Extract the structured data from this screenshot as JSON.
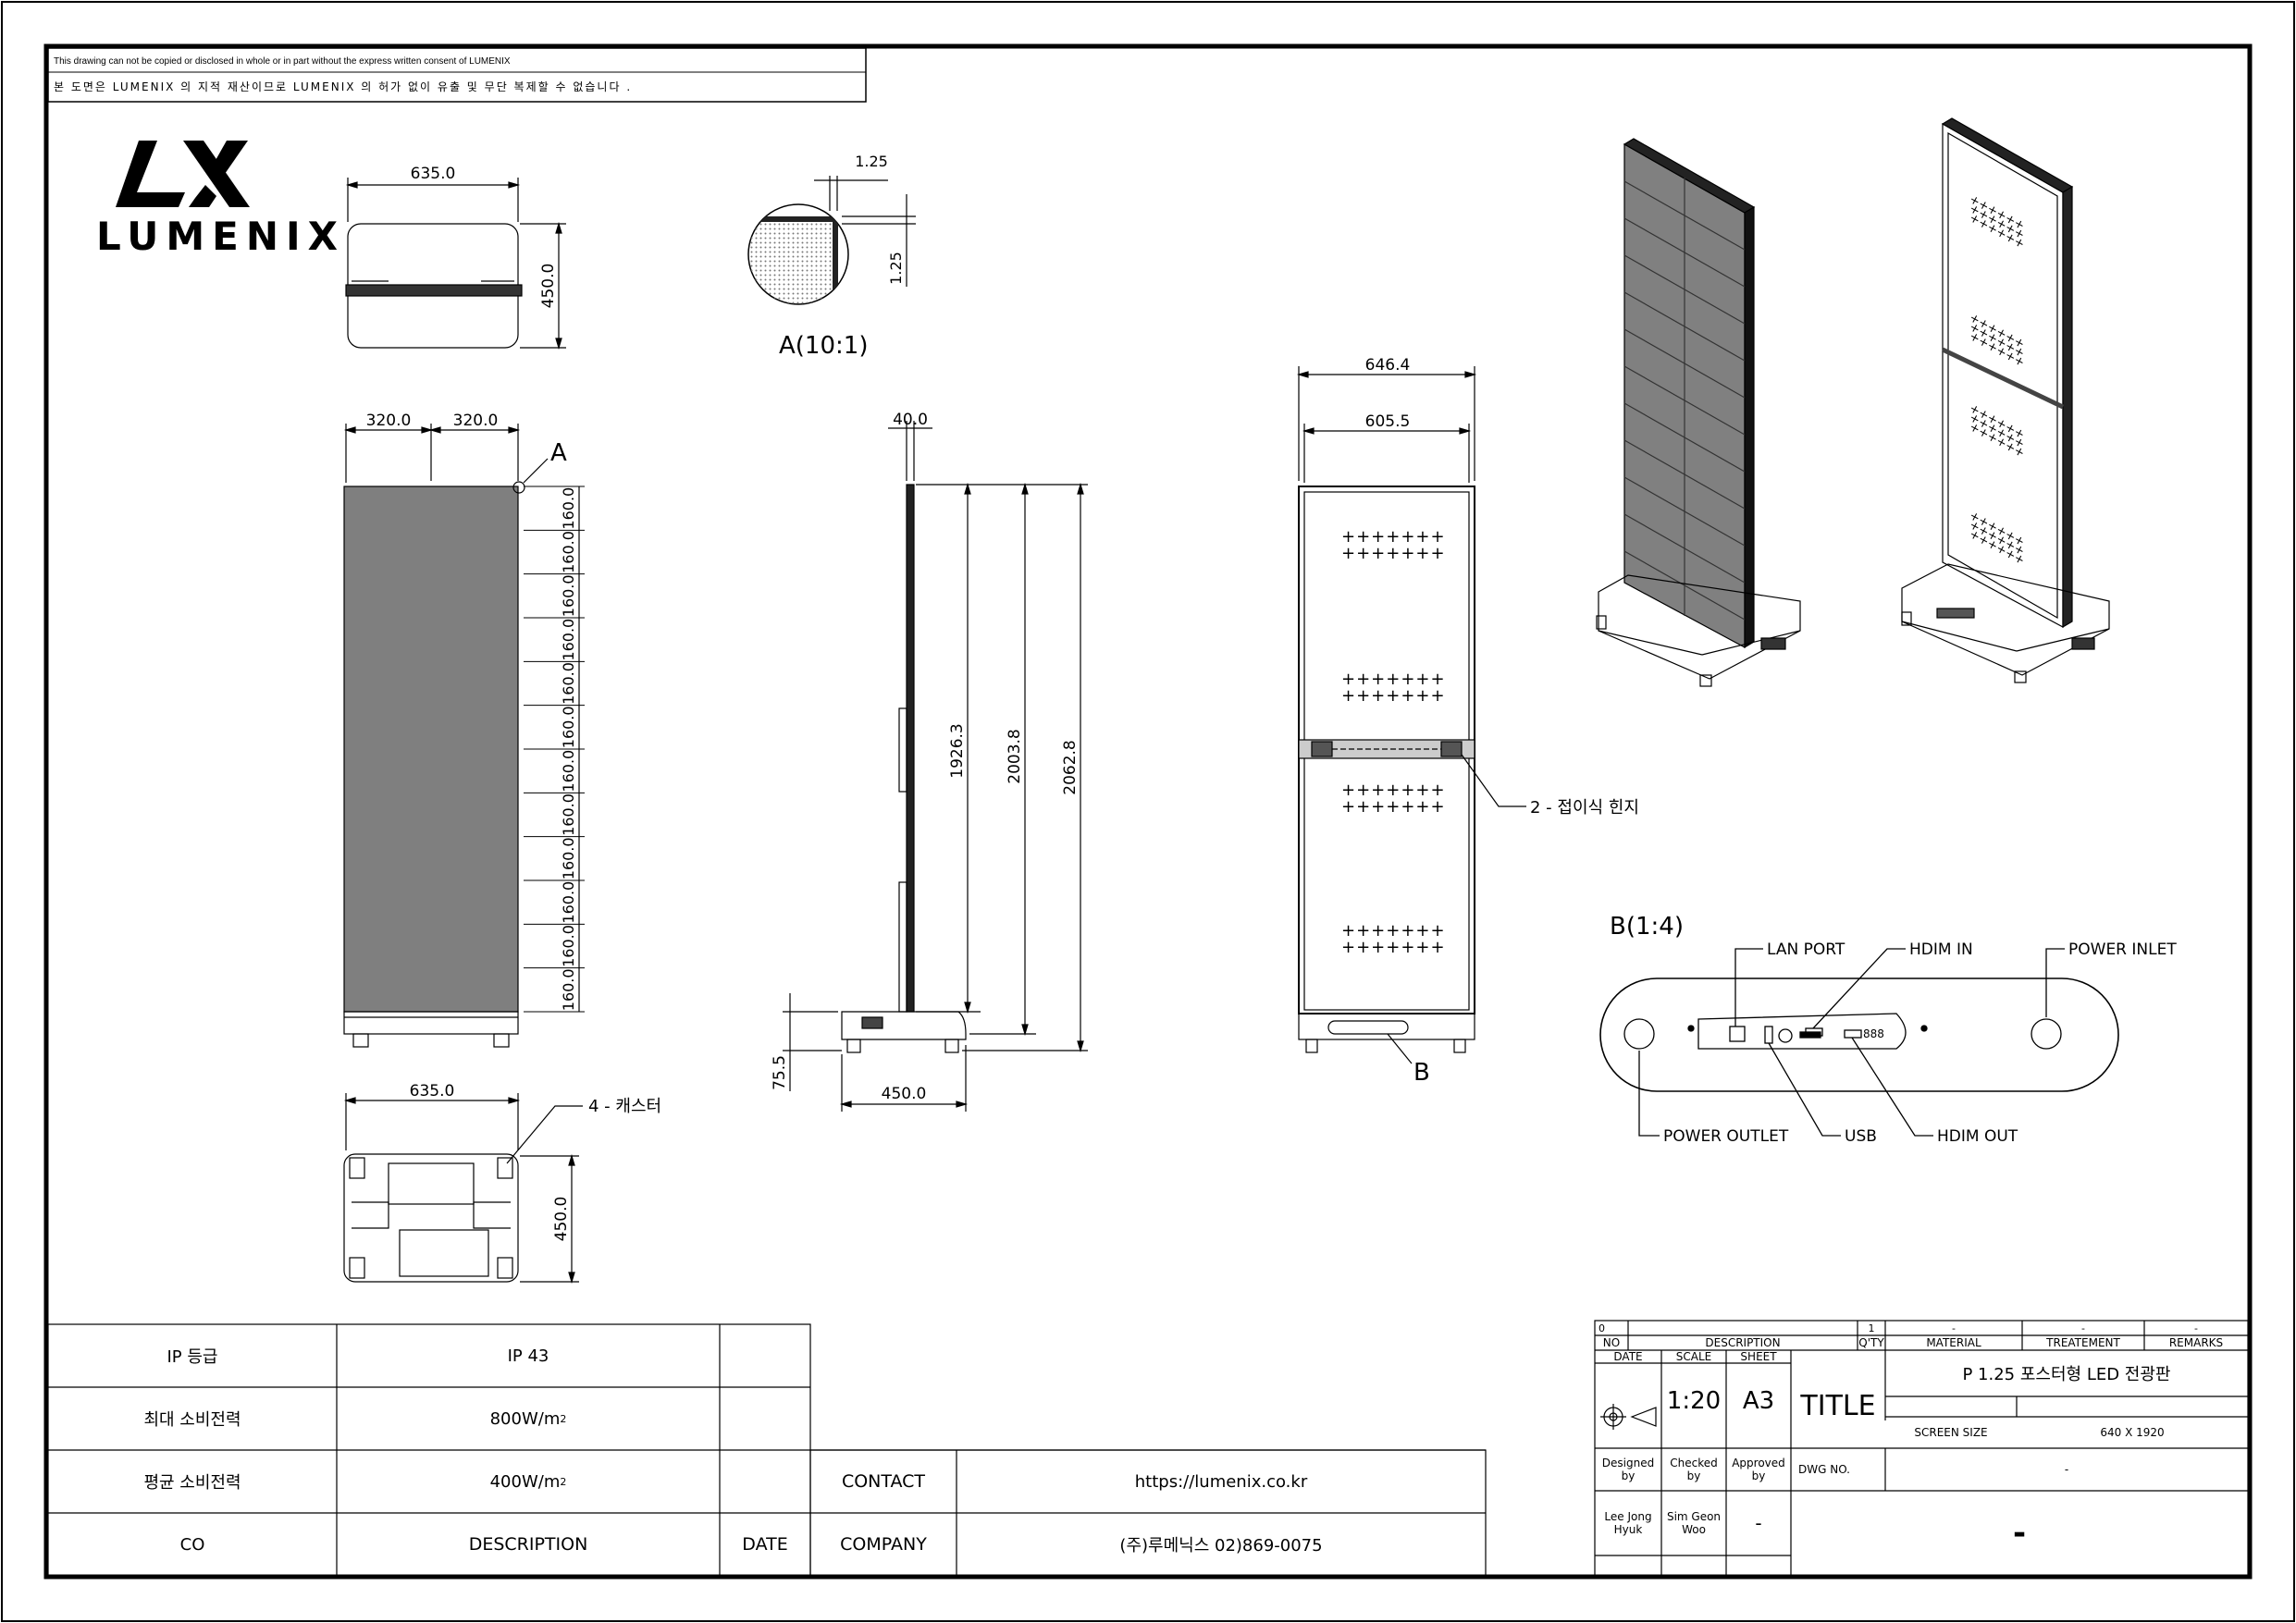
{
  "notice": {
    "english": "This drawing can not be copied or disclosed in whole or in part without the express written consent of LUMENIX",
    "korean": "본 도면은 LUMENIX 의 지적 재산이므로 LUMENIX 의 허가 없이 유출 및 무단 복제할 수 없습니다 ."
  },
  "logo": {
    "mark": "LX",
    "name": "LUMENIX"
  },
  "views": {
    "top": {
      "width": "635.0",
      "depth": "450.0"
    },
    "detail_a": {
      "title": "A(10:1)",
      "dim1": "1.25",
      "dim2": "1.25"
    },
    "front": {
      "left_half": "320.0",
      "right_half": "320.0",
      "callout": "A",
      "module_heights": [
        "160.0",
        "160.0",
        "160.0",
        "160.0",
        "160.0",
        "160.0",
        "160.0",
        "160.0",
        "160.0",
        "160.0",
        "160.0",
        "160.0"
      ]
    },
    "side": {
      "thickness": "40.0",
      "h1": "1926.3",
      "h2": "2003.8",
      "h3": "2062.8",
      "base_h": "75.5",
      "base_d": "450.0"
    },
    "back": {
      "outer_w": "646.4",
      "inner_w": "605.5",
      "hinge_note": "2 - 접이식 힌지",
      "callout": "B"
    },
    "bottom": {
      "width": "635.0",
      "depth": "450.0",
      "caster_note": "4 - 캐스터"
    },
    "detail_b": {
      "title": "B(1:4)",
      "lan_port": "LAN PORT",
      "hdmi_in": "HDIM IN",
      "power_inlet": "POWER INLET",
      "power_outlet": "POWER OUTLET",
      "usb": "USB",
      "hdmi_out": "HDIM OUT",
      "display": "888"
    }
  },
  "spec_table": {
    "rows": [
      {
        "label": "IP 등급",
        "value": "IP 43",
        "value_sup": ""
      },
      {
        "label": "최대 소비전력",
        "value": "800W/m",
        "value_sup": "2"
      },
      {
        "label": "평균 소비전력",
        "value": "400W/m",
        "value_sup": "2"
      }
    ],
    "footer": {
      "co": "CO",
      "description": "DESCRIPTION",
      "date": "DATE"
    }
  },
  "contact": {
    "contact_label": "CONTACT",
    "contact_value": "https://lumenix.co.kr",
    "company_label": "COMPANY",
    "company_value": "(주)루메닉스 02)869-0075"
  },
  "title_block": {
    "rev": "0",
    "qty": "1",
    "material": "-",
    "treatment": "-",
    "remarks": "-",
    "no_h": "NO",
    "description_h": "DESCRIPTION",
    "qty_h": "Q'TY",
    "material_h": "MATERIAL",
    "treatment_h": "TREATEMENT",
    "remarks_h": "REMARKS",
    "date_h": "DATE",
    "scale_h": "SCALE",
    "sheet_h": "SHEET",
    "scale": "1:20",
    "sheet": "A3",
    "title_h": "TITLE",
    "title": "P 1.25 포스터형 LED 전광판",
    "screen_size_h": "SCREEN SIZE",
    "screen_size": "640 X 1920",
    "designed_h": "Designed by",
    "checked_h": "Checked by",
    "approved_h": "Approved by",
    "dwg_h": "DWG NO.",
    "dwg": "-",
    "designer": "Lee Jong Hyuk",
    "checker": "Sim Geon Woo",
    "approver": "-",
    "big_dash": "-"
  }
}
